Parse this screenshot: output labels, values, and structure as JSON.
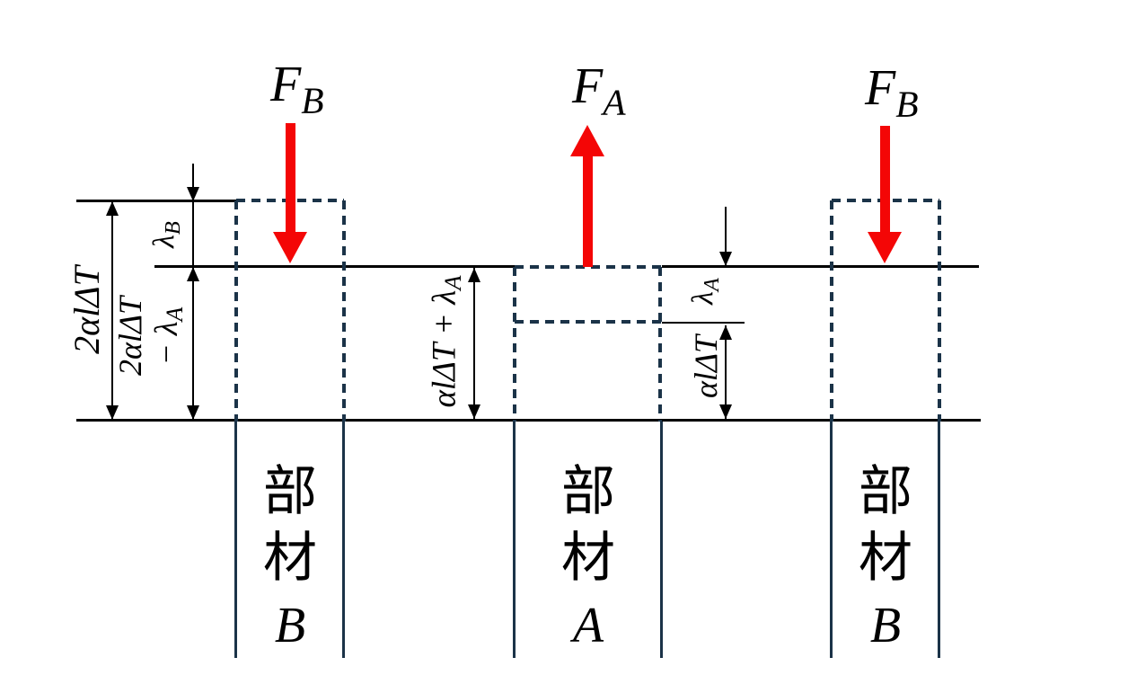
{
  "colors": {
    "force_arrow_red": "#f40606",
    "structure_navy": "#1b3348",
    "line_black": "#000000"
  },
  "forces": {
    "left": {
      "base": "F",
      "sub": "B"
    },
    "middle": {
      "base": "F",
      "sub": "A"
    },
    "right": {
      "base": "F",
      "sub": "B"
    }
  },
  "dimensions": {
    "total_expansion": "2αlΔT",
    "lambda_b": {
      "base": "λ",
      "sub": "B"
    },
    "net_left": {
      "line1": "2αlΔT",
      "line2_prefix": "− ",
      "line2_base": "λ",
      "line2_sub": "A"
    },
    "mid_expansion": {
      "prefix": "αlΔT + ",
      "base": "λ",
      "sub": "A"
    },
    "lambda_a": {
      "base": "λ",
      "sub": "A"
    },
    "right_expansion": "αlΔT"
  },
  "members": {
    "left": {
      "word_char1": "部",
      "word_char2": "材",
      "letter": "B"
    },
    "middle": {
      "word_char1": "部",
      "word_char2": "材",
      "letter": "A"
    },
    "right": {
      "word_char1": "部",
      "word_char2": "材",
      "letter": "B"
    }
  }
}
